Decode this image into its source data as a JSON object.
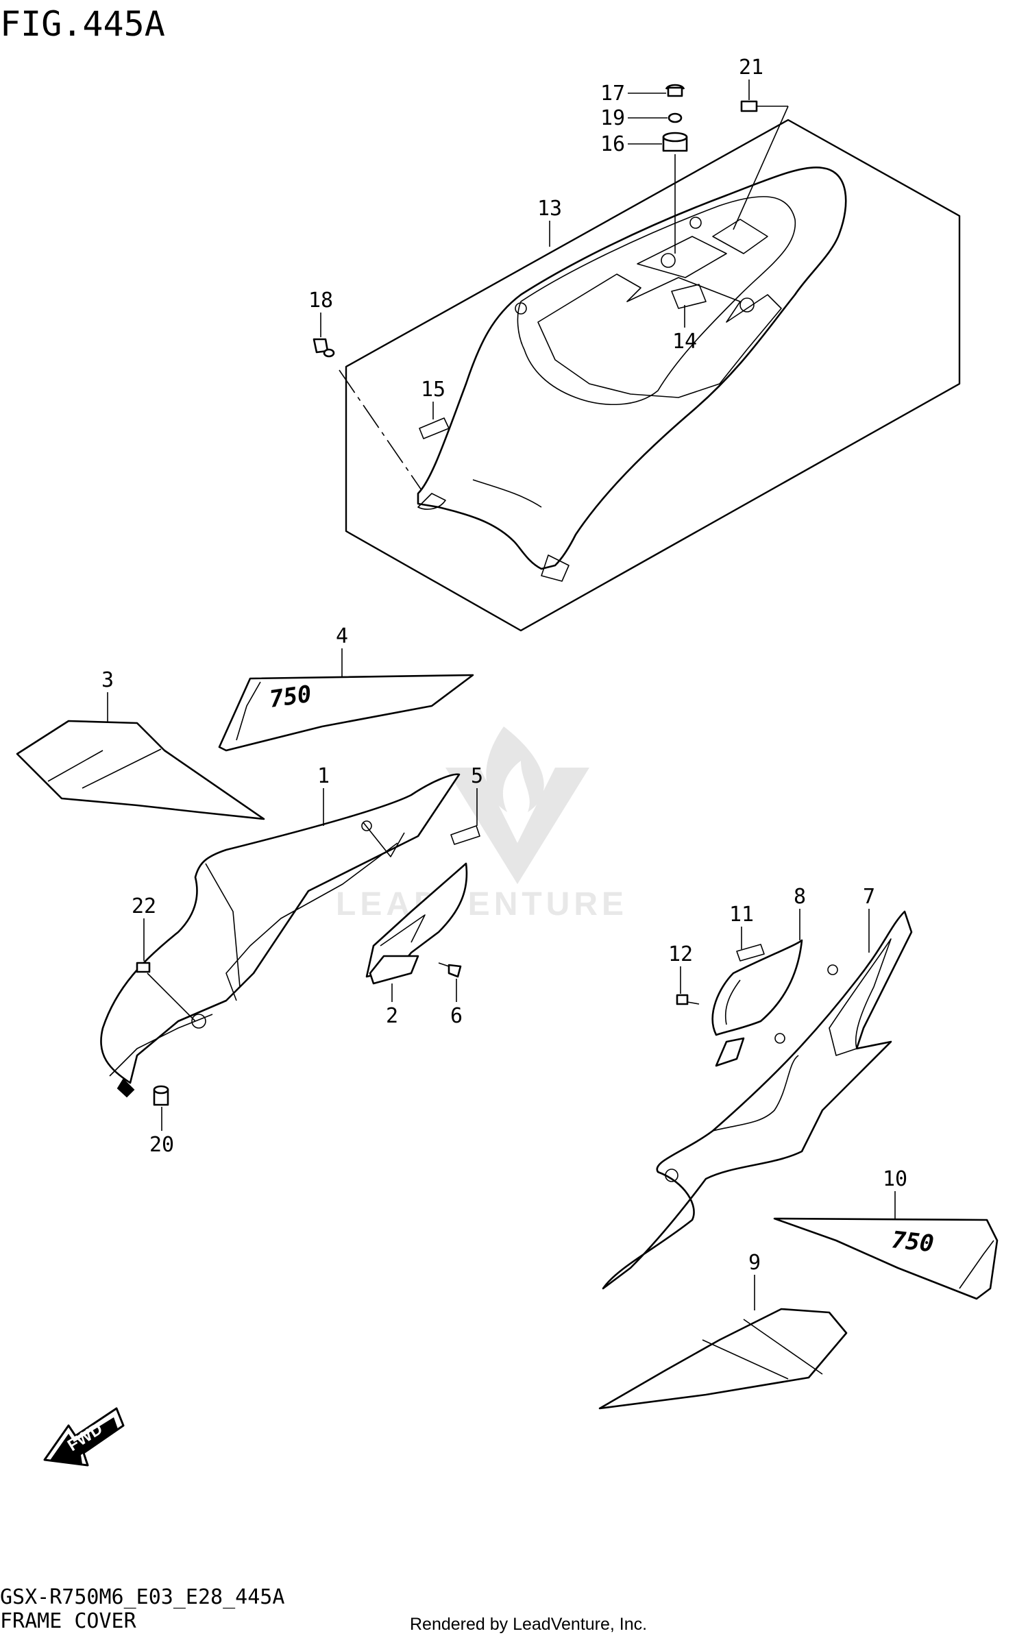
{
  "figure": {
    "title": "FIG.445A",
    "model_code": "GSX-R750M6_E03_E28_445A",
    "section_name": "FRAME COVER",
    "rendered_by": "Rendered by LeadVenture, Inc."
  },
  "watermark": {
    "text": "LEADVENTURE"
  },
  "fwd_arrow": {
    "label": "FWD"
  },
  "decal_text": "750",
  "callouts": [
    "1",
    "2",
    "3",
    "4",
    "5",
    "6",
    "7",
    "8",
    "9",
    "10",
    "11",
    "12",
    "13",
    "14",
    "15",
    "16",
    "17",
    "18",
    "19",
    "20",
    "21",
    "22"
  ]
}
